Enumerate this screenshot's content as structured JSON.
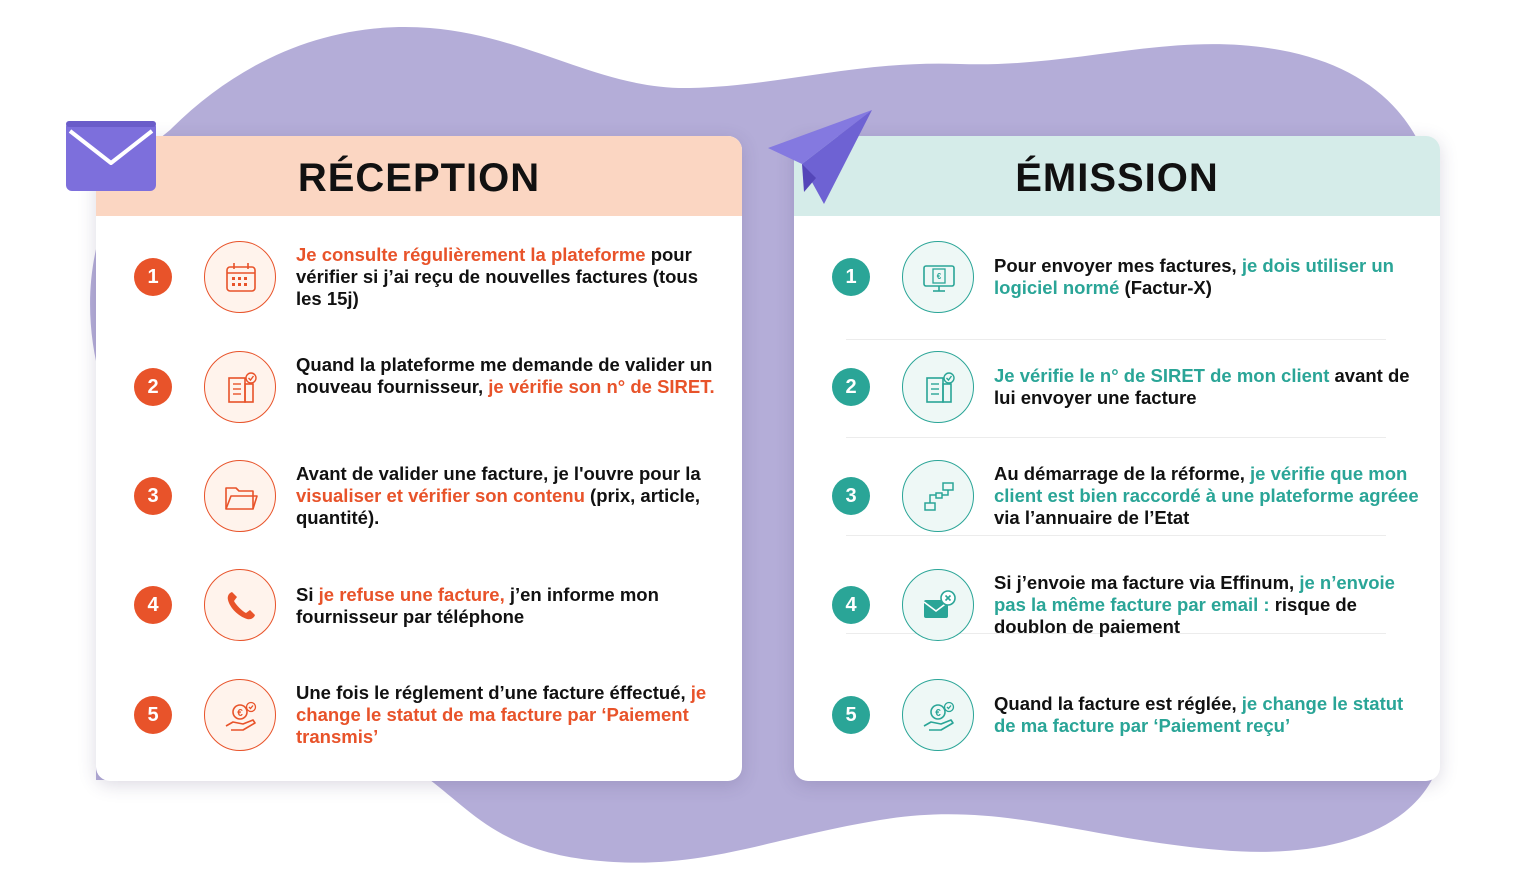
{
  "colors": {
    "reception_accent": "#e8532a",
    "emission_accent": "#2aa597",
    "blob": "#b4add8",
    "envelope": "#7d6fdc"
  },
  "reception": {
    "title": "RÉCEPTION",
    "corner_icon": "envelope-icon",
    "steps": [
      {
        "num": "1",
        "icon": "calendar-icon",
        "parts": [
          {
            "t": "Je consulte régulièrement la plateforme",
            "hl": true
          },
          {
            "t": " pour vérifier si j’ai reçu de nouvelles factures (tous les 15j)",
            "hl": false
          }
        ]
      },
      {
        "num": "2",
        "icon": "building-check-icon",
        "parts": [
          {
            "t": "Quand la plateforme me demande de valider un nouveau fournisseur,  ",
            "hl": false
          },
          {
            "t": "je vérifie son n° de SIRET.",
            "hl": true
          }
        ]
      },
      {
        "num": "3",
        "icon": "folder-icon",
        "parts": [
          {
            "t": "Avant de valider une facture, je l'ouvre pour la ",
            "hl": false
          },
          {
            "t": "visualiser et vérifier son contenu",
            "hl": true
          },
          {
            "t": " (prix, article, quantité).",
            "hl": false
          }
        ]
      },
      {
        "num": "4",
        "icon": "phone-icon",
        "parts": [
          {
            "t": "Si ",
            "hl": false
          },
          {
            "t": "je refuse une facture,",
            "hl": true
          },
          {
            "t": " j’en informe mon fournisseur par téléphone",
            "hl": false
          }
        ]
      },
      {
        "num": "5",
        "icon": "payment-hand-icon",
        "parts": [
          {
            "t": "Une fois le réglement d’une facture éffectué, ",
            "hl": false
          },
          {
            "t": "je change le statut de ma facture par ‘Paiement transmis’",
            "hl": true
          }
        ]
      }
    ]
  },
  "emission": {
    "title": "ÉMISSION",
    "corner_icon": "paper-plane-icon",
    "steps": [
      {
        "num": "1",
        "icon": "computer-invoice-icon",
        "parts": [
          {
            "t": "Pour envoyer mes factures, ",
            "hl": false
          },
          {
            "t": "je dois utiliser un logiciel normé",
            "hl": true
          },
          {
            "t": " (Factur-X)",
            "hl": false
          }
        ]
      },
      {
        "num": "2",
        "icon": "building-check-icon",
        "parts": [
          {
            "t": "Je vérifie le n° de SIRET de mon client",
            "hl": true
          },
          {
            "t": " avant de lui envoyer une facture",
            "hl": false
          }
        ]
      },
      {
        "num": "3",
        "icon": "network-flow-icon",
        "parts": [
          {
            "t": "Au démarrage de la réforme, ",
            "hl": false
          },
          {
            "t": "je vérifie que mon client est bien raccordé à une plateforme agréee",
            "hl": true
          },
          {
            "t": " via l’annuaire de l’Etat",
            "hl": false
          }
        ]
      },
      {
        "num": "4",
        "icon": "email-cancel-icon",
        "parts": [
          {
            "t": "Si j’envoie ma facture via Effinum, ",
            "hl": false
          },
          {
            "t": "je n’envoie pas la même facture par email :",
            "hl": true
          },
          {
            "t": " risque de doublon de paiement",
            "hl": false
          }
        ]
      },
      {
        "num": "5",
        "icon": "payment-hand-icon",
        "parts": [
          {
            "t": "Quand la facture est réglée, ",
            "hl": false
          },
          {
            "t": "je change le statut de ma facture par ‘Paiement reçu’",
            "hl": true
          }
        ]
      }
    ]
  }
}
